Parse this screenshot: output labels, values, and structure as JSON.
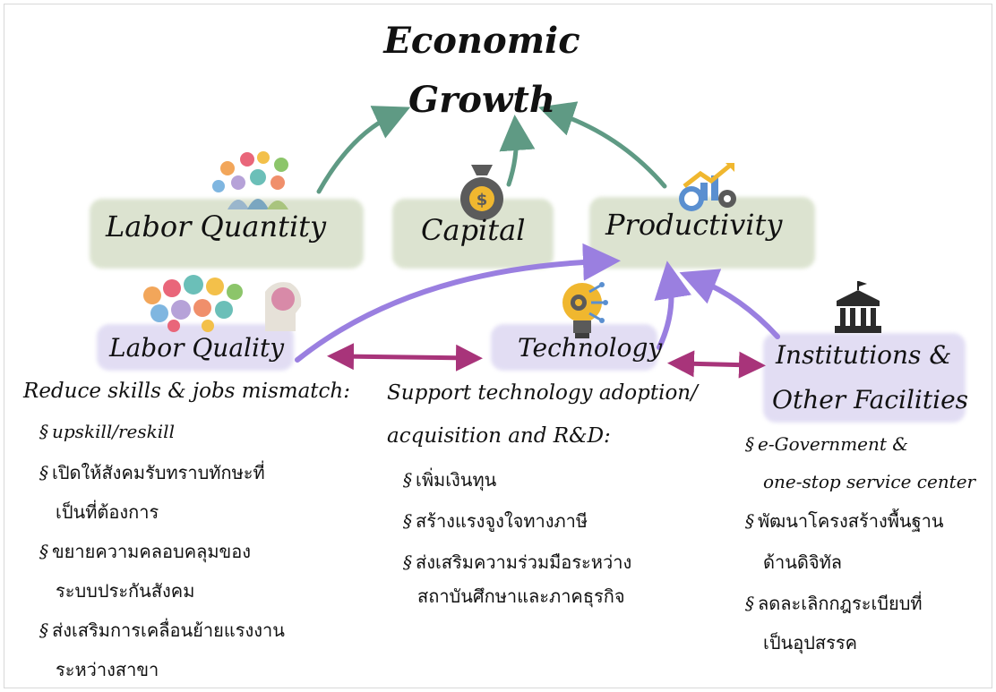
{
  "title": {
    "line1": "Economic",
    "line2": "Growth"
  },
  "nodes": {
    "labor_quantity": "Labor Quantity",
    "capital": "Capital",
    "productivity": "Productivity",
    "labor_quality": "Labor Quality",
    "technology": "Technology",
    "institutions_line1": "Institutions &",
    "institutions_line2": "Other Facilities"
  },
  "labor_quality_section": {
    "heading": "Reduce skills & jobs mismatch:",
    "items": [
      [
        "upskill/reskill"
      ],
      [
        "เปิดให้สังคมรับทราบทักษะที่",
        "เป็นที่ต้องการ"
      ],
      [
        "ขยายความคลอบคลุมของ",
        "ระบบประกันสังคม"
      ],
      [
        "ส่งเสริมการเคลื่อนย้ายแรงงาน",
        "ระหว่างสาขา"
      ]
    ]
  },
  "technology_section": {
    "heading_line1": "Support technology adoption/",
    "heading_line2": "acquisition and R&D:",
    "items": [
      [
        "เพิ่มเงินทุน"
      ],
      [
        "สร้างแรงจูงใจทางภาษี"
      ],
      [
        "ส่งเสริมความร่วมมือระหว่าง",
        "สถาบันศึกษาและภาคธุรกิจ"
      ]
    ]
  },
  "institutions_section": {
    "items": [
      [
        "e-Government &",
        "one-stop service center"
      ],
      [
        "พัฒนาโครงสร้างพื้นฐาน",
        "ด้านดิจิทัล"
      ],
      [
        "ลดละเลิกกฎระเบียบที่",
        "เป็นอุปสรรค"
      ]
    ]
  },
  "bullet_glyph": "§",
  "icons": {
    "labor_quantity": "people-group-icon",
    "capital": "money-bag-icon",
    "productivity": "growth-chart-gears-icon",
    "labor_quality": "skills-brain-icon",
    "technology": "lightbulb-gear-icon",
    "institutions": "government-building-icon"
  },
  "colors": {
    "green_arrow": "#5f9a84",
    "purple_arrow": "#9a7fe0",
    "magenta_arrow": "#a8347a",
    "green_wash": "#d6dfc8",
    "purple_wash": "#ddd8f2",
    "text": "#111111"
  }
}
